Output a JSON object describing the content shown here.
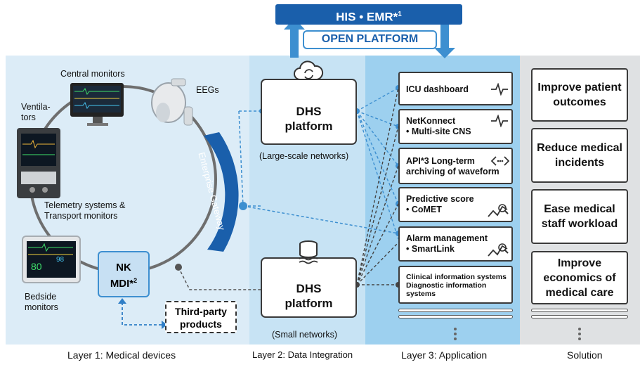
{
  "header": {
    "his_emr": "HIS • EMR*",
    "his_emr_sup": "1",
    "open_platform": "OPEN PLATFORM"
  },
  "layer1": {
    "label": "Layer 1: Medical devices",
    "devices": {
      "central_monitors": "Central monitors",
      "eegs": "EEGs",
      "ventilators": "Ventila-\ntors",
      "telemetry": "Telemetry systems &\nTransport monitors",
      "bedside": "Bedside\nmonitors"
    },
    "gateway": "Enterprise Gateway",
    "nk_mdi": {
      "line1": "NK",
      "line2": "MDI*",
      "sup": "2"
    },
    "third_party": "Third-party\nproducts"
  },
  "layer2": {
    "label": "Layer 2: Data Integration",
    "dhs_large": {
      "title": "DHS\nplatform",
      "caption": "(Large-scale networks)"
    },
    "dhs_small": {
      "title": "DHS\nplatform",
      "caption": "(Small networks)"
    }
  },
  "layer3": {
    "label": "Layer 3: Application",
    "apps": [
      {
        "title": "ICU dashboard",
        "icon": "waveform-icon"
      },
      {
        "title": "NetKonnect\n• Multi-site CNS",
        "icon": "waveform-icon"
      },
      {
        "title": "API*3 Long-term\narchiving of waveform",
        "icon": "code-icon"
      },
      {
        "title": "Predictive score\n• CoMET",
        "icon": "score-chart-icon"
      },
      {
        "title": "Alarm management\n• SmartLink",
        "icon": "score-chart-icon"
      },
      {
        "title": "Clinical information systems\nDiagnostic information\nsystems",
        "icon": ""
      }
    ]
  },
  "solution": {
    "label": "Solution",
    "items": [
      "Improve patient\noutcomes",
      "Reduce medical\nincidents",
      "Ease medical\nstaff workload",
      "Improve\neconomics of\nmedical care"
    ]
  },
  "colors": {
    "layer1_bg": "#dcecf7",
    "layer2_bg": "#c7e3f4",
    "layer3_bg": "#9dd0ef",
    "solution_bg": "#dfe1e3",
    "brand_blue": "#1a5fab",
    "dot_blue": "#3d8fd0"
  }
}
